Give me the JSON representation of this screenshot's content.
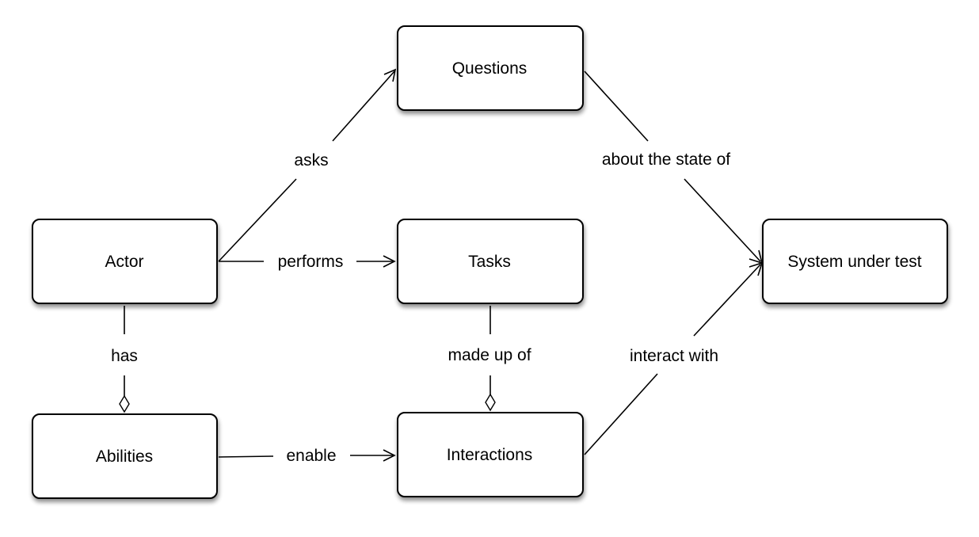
{
  "nodes": {
    "questions": "Questions",
    "actor": "Actor",
    "tasks": "Tasks",
    "system": "System under test",
    "abilities": "Abilities",
    "interactions": "Interactions"
  },
  "edges": {
    "asks": "asks",
    "about": "about the state of",
    "performs": "performs",
    "has": "has",
    "made_up_of": "made up of",
    "interact_with": "interact with",
    "enable": "enable"
  },
  "colors": {
    "stroke": "#000000",
    "fill": "#ffffff",
    "shadow": "#8c8c8c"
  }
}
